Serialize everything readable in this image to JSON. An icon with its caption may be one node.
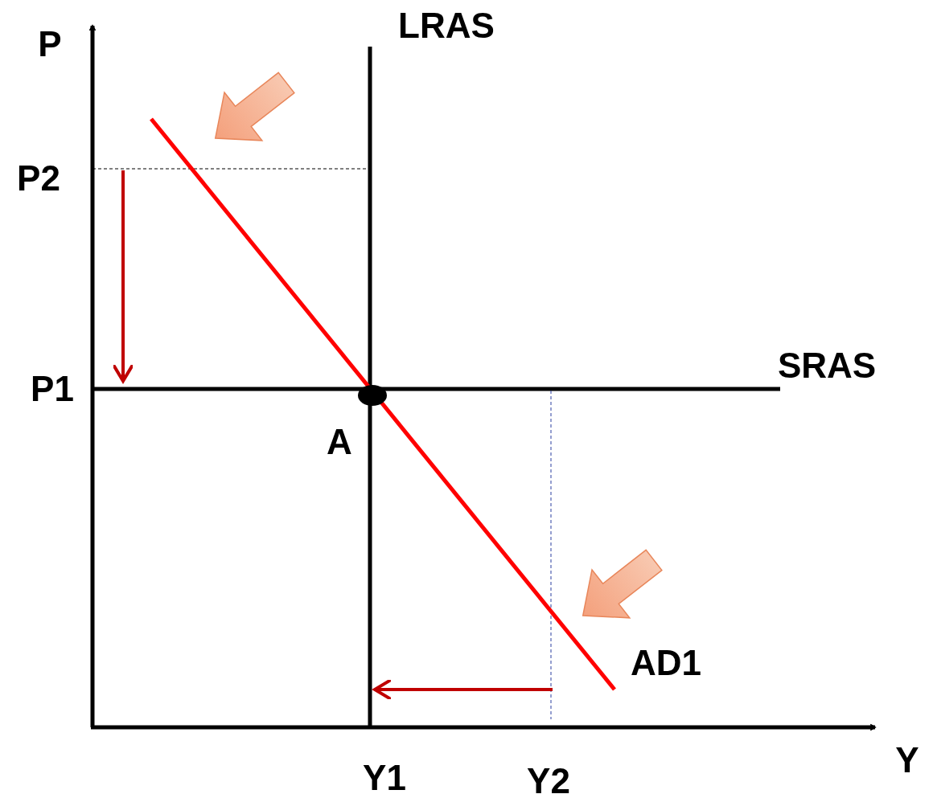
{
  "diagram": {
    "labels": [
      "P",
      "LRAS",
      "P2",
      "SRAS",
      "P1",
      "A",
      "AD1",
      "Y",
      "Y1",
      "Y2"
    ]
  }
}
